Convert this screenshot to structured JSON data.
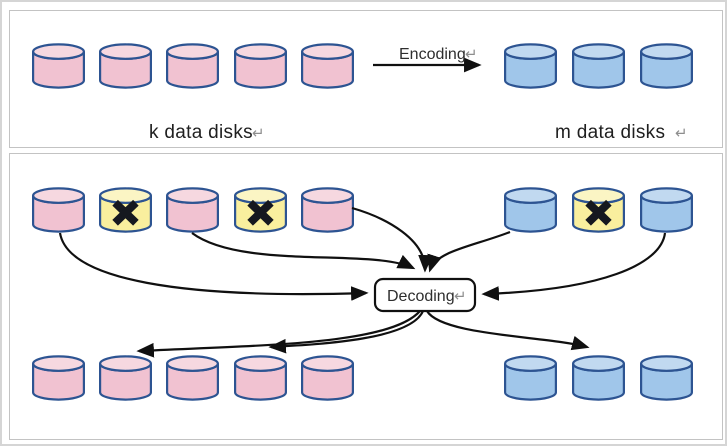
{
  "diagram": {
    "encoding_label": "Encoding",
    "decoding_label": "Decoding",
    "k_label": "k data disks",
    "m_label": "m data disks",
    "return_marker": "↵",
    "failed_marker": "✖",
    "top_panel": {
      "description": "encoding: k data disks produce m parity disks",
      "data_disks": [
        "healthy",
        "healthy",
        "healthy",
        "healthy",
        "healthy"
      ],
      "parity_disks": [
        "healthy",
        "healthy",
        "healthy"
      ]
    },
    "bottom_panel": {
      "description": "decoding: surviving disks rebuild failed disks",
      "failed_row": {
        "data_disks": [
          "healthy",
          "failed",
          "healthy",
          "failed",
          "healthy"
        ],
        "parity_disks": [
          "healthy",
          "failed",
          "healthy"
        ]
      },
      "recovered_row": {
        "data_disks": [
          "healthy",
          "healthy",
          "healthy",
          "healthy",
          "healthy"
        ],
        "parity_disks": [
          "healthy",
          "healthy",
          "healthy"
        ]
      }
    },
    "colors": {
      "data_disk_fill": "#f1c2d1",
      "data_disk_top": "#f6d8e0",
      "parity_disk_fill": "#a0c6ea",
      "parity_disk_top": "#c1d9f0",
      "failed_disk_fill": "#f9ef9e",
      "failed_disk_top": "#fbf5c4",
      "disk_stroke": "#2d5492",
      "failed_mark": "#15181f",
      "arrow": "#101010",
      "panel_border": "#c3c3c3"
    }
  }
}
